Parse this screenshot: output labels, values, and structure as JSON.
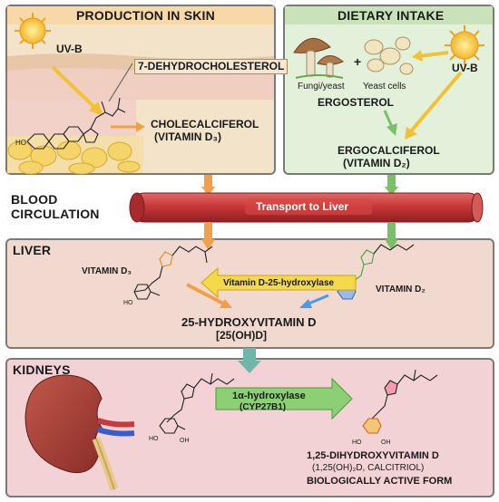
{
  "skin": {
    "title": "PRODUCTION IN SKIN",
    "uvb": "UV-B",
    "precursor": "7-DEHYDROCHOLESTEROL",
    "product_line1": "CHOLECALCIFEROL",
    "product_line2": "(VITAMIN D₃)"
  },
  "diet": {
    "title": "DIETARY INTAKE",
    "fungi": "Fungi/yeast",
    "yeast": "Yeast cells",
    "uvb": "UV-B",
    "ergosterol": "ERGOSTEROL",
    "product_line1": "ERGOCALCIFEROL",
    "product_line2": "(VITAMIN D₂)"
  },
  "blood": {
    "line1": "BLOOD",
    "line2": "CIRCULATION",
    "vessel_label": "Transport to Liver"
  },
  "liver": {
    "title": "LIVER",
    "vit_d3": "VITAMIN D₃",
    "vit_d2": "VITAMIN D₂",
    "enzyme": "Vitamin D-25-hydroxylase",
    "product_line1": "25-HYDROXYVITAMIN D",
    "product_line2": "[25(OH)D]"
  },
  "kidneys": {
    "title": "KIDNEYS",
    "enzyme_line1": "1α-hydroxylase",
    "enzyme_line2": "(CYP27B1)",
    "product_line1": "1,25-DIHYDROXYVITAMIN D",
    "product_line2": "(1,25(OH)₂D, CALCITRIOL)",
    "product_line3": "BIOLOGICALLY ACTIVE FORM"
  },
  "colors": {
    "skin_bg": "#f3e3c8",
    "diet_bg": "#e3f0da",
    "liver_bg": "#f2d9cf",
    "kidney_bg": "#f2d2d4",
    "orange_arrow": "#f0a04a",
    "green_arrow": "#7cbf6a",
    "yellow_arrow": "#f5d94a",
    "vessel": "#c9383a"
  }
}
